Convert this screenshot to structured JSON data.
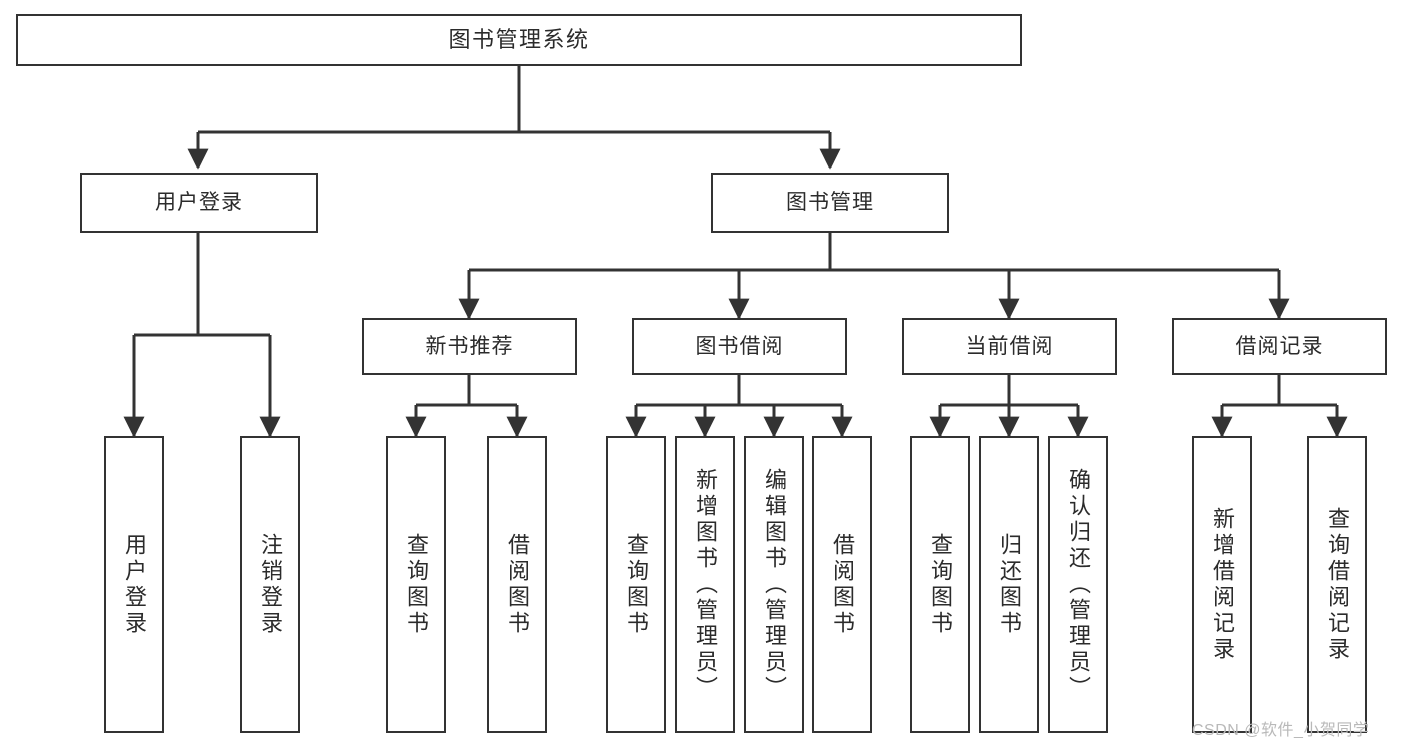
{
  "diagram": {
    "type": "tree",
    "title": "图书管理系统",
    "watermark": "CSDN @软件_小贺同学",
    "colors": {
      "node_border": "#333333",
      "node_fill": "#ffffff",
      "edge": "#333333",
      "text": "#2b2b2b",
      "watermark": "#b9b9b9",
      "background": "#ffffff"
    },
    "nodes": {
      "root": {
        "label": "图书管理系统"
      },
      "l2": [
        {
          "id": "user_login",
          "label": "用户登录"
        },
        {
          "id": "book_mgmt",
          "label": "图书管理"
        }
      ],
      "l3": [
        {
          "id": "new_book_rec",
          "label": "新书推荐"
        },
        {
          "id": "book_borrow",
          "label": "图书借阅"
        },
        {
          "id": "current_borrow",
          "label": "当前借阅"
        },
        {
          "id": "borrow_record",
          "label": "借阅记录"
        }
      ],
      "leaves": [
        {
          "id": "leaf_user_login",
          "label": "用户登录",
          "parent": "user_login"
        },
        {
          "id": "leaf_user_logout",
          "label": "注销登录",
          "parent": "user_login"
        },
        {
          "id": "leaf_query_book_1",
          "label": "查询图书",
          "parent": "new_book_rec"
        },
        {
          "id": "leaf_borrow_book_1",
          "label": "借阅图书",
          "parent": "new_book_rec"
        },
        {
          "id": "leaf_query_book_2",
          "label": "查询图书",
          "parent": "book_borrow"
        },
        {
          "id": "leaf_add_book",
          "label": "新增图书（管理员）",
          "parent": "book_borrow"
        },
        {
          "id": "leaf_edit_book",
          "label": "编辑图书（管理员）",
          "parent": "book_borrow"
        },
        {
          "id": "leaf_borrow_book_2",
          "label": "借阅图书",
          "parent": "book_borrow"
        },
        {
          "id": "leaf_query_book_3",
          "label": "查询图书",
          "parent": "current_borrow"
        },
        {
          "id": "leaf_return_book",
          "label": "归还图书",
          "parent": "current_borrow"
        },
        {
          "id": "leaf_confirm_return",
          "label": "确认归还（管理员）",
          "parent": "current_borrow"
        },
        {
          "id": "leaf_add_record",
          "label": "新增借阅记录",
          "parent": "borrow_record"
        },
        {
          "id": "leaf_query_record",
          "label": "查询借阅记录",
          "parent": "borrow_record"
        }
      ]
    }
  }
}
